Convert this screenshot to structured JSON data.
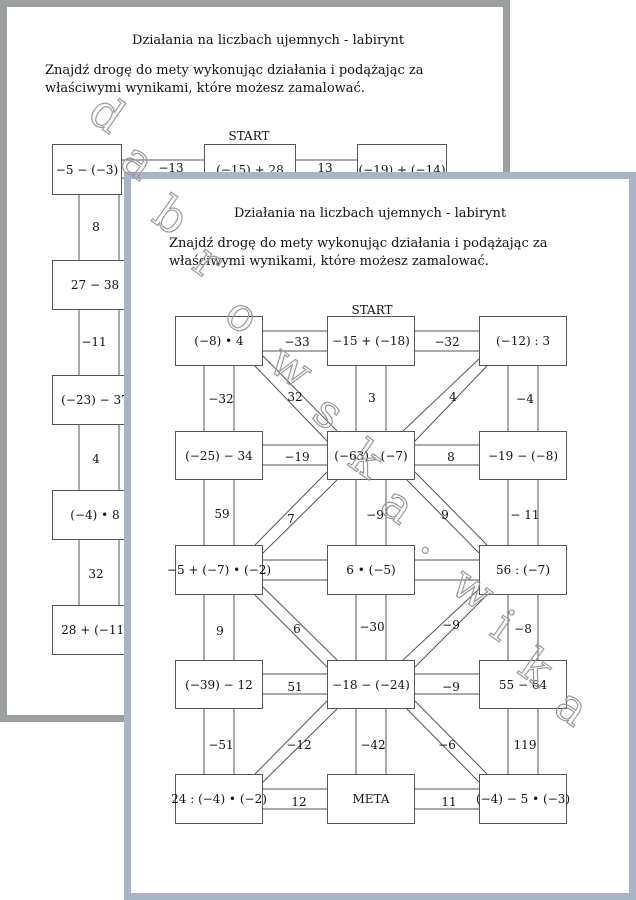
{
  "worksheet": {
    "title": "Działania na liczbach ujemnych - labirynt",
    "instructions": "Znajdź drogę do mety wykonując działania i podążając za właściwymi wynikami, które możesz zamalować.",
    "start_label": "START"
  },
  "back_sheet": {
    "boxes": [
      "−5 − (−3)",
      "(−15) + 28",
      "(−19) + (−14)",
      "27 − 38",
      "(−23) − 37",
      "(−4) • 8",
      "28 + (−11)"
    ],
    "links": [
      "−13",
      "13",
      "8",
      "−11",
      "4",
      "32"
    ]
  },
  "front_sheet": {
    "boxes": [
      "(−8) • 4",
      "−15 + (−18)",
      "(−12) : 3",
      "(−25) − 34",
      "(−63) : (−7)",
      "−19 − (−8)",
      "−5 + (−7) • (−2)",
      "6 • (−5)",
      "56 : (−7)",
      "(−39) − 12",
      "−18 − (−24)",
      "55 − 64",
      "24 : (−4) • (−2)",
      "META",
      "(−4) − 5 • (−3)"
    ],
    "links": [
      "−33",
      "−32",
      "−19",
      "8",
      "51",
      "−9",
      "12",
      "11",
      "−32",
      "3",
      "−4",
      "59",
      "−9",
      "− 11",
      "9",
      "−30",
      "−8",
      "−51",
      "−42",
      "119",
      "32",
      "4",
      "7",
      "9",
      "6",
      "−9",
      "−12",
      "−6"
    ]
  },
  "watermark": [
    "d",
    "a",
    "b",
    "r",
    "o",
    "w",
    "s",
    "k",
    "a",
    ".",
    "w",
    "i",
    "k",
    "a"
  ]
}
